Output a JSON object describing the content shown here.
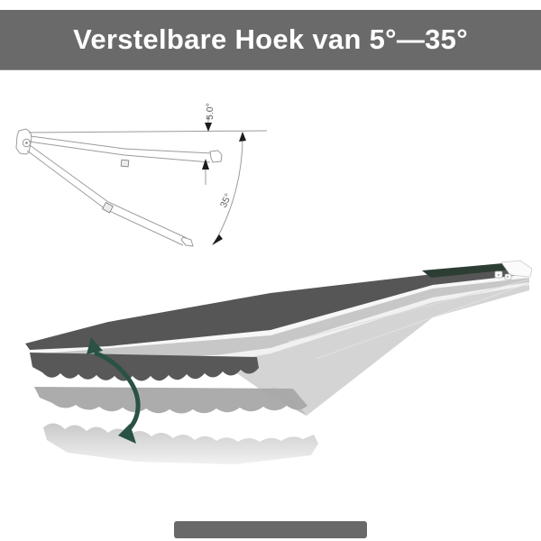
{
  "banner": {
    "title": "Verstelbare Hoek van 5°—35°",
    "background": "#6a6a6a",
    "text_color": "#ffffff"
  },
  "angle_diagram": {
    "min_angle_label": "5.0°",
    "max_angle_label": "35°",
    "line_color": "#9b9b9b",
    "label_color": "#5f5f5f",
    "marker_color": "#1c1c1c"
  },
  "awning": {
    "fabric_color": "#565656",
    "valance_color": "#585858",
    "frame_white": "#f7f7f7",
    "cassette_gray": "#c7c7c7",
    "underside_gray": "#d4d4d4",
    "reflection_gray": "#a8a8a8",
    "reflection_light": "#c5c5c5",
    "fabric_roll_green": "#2c3e33",
    "adjust_arrow_color": "#2a5145"
  },
  "bottom_bar": {
    "color": "#696969"
  }
}
